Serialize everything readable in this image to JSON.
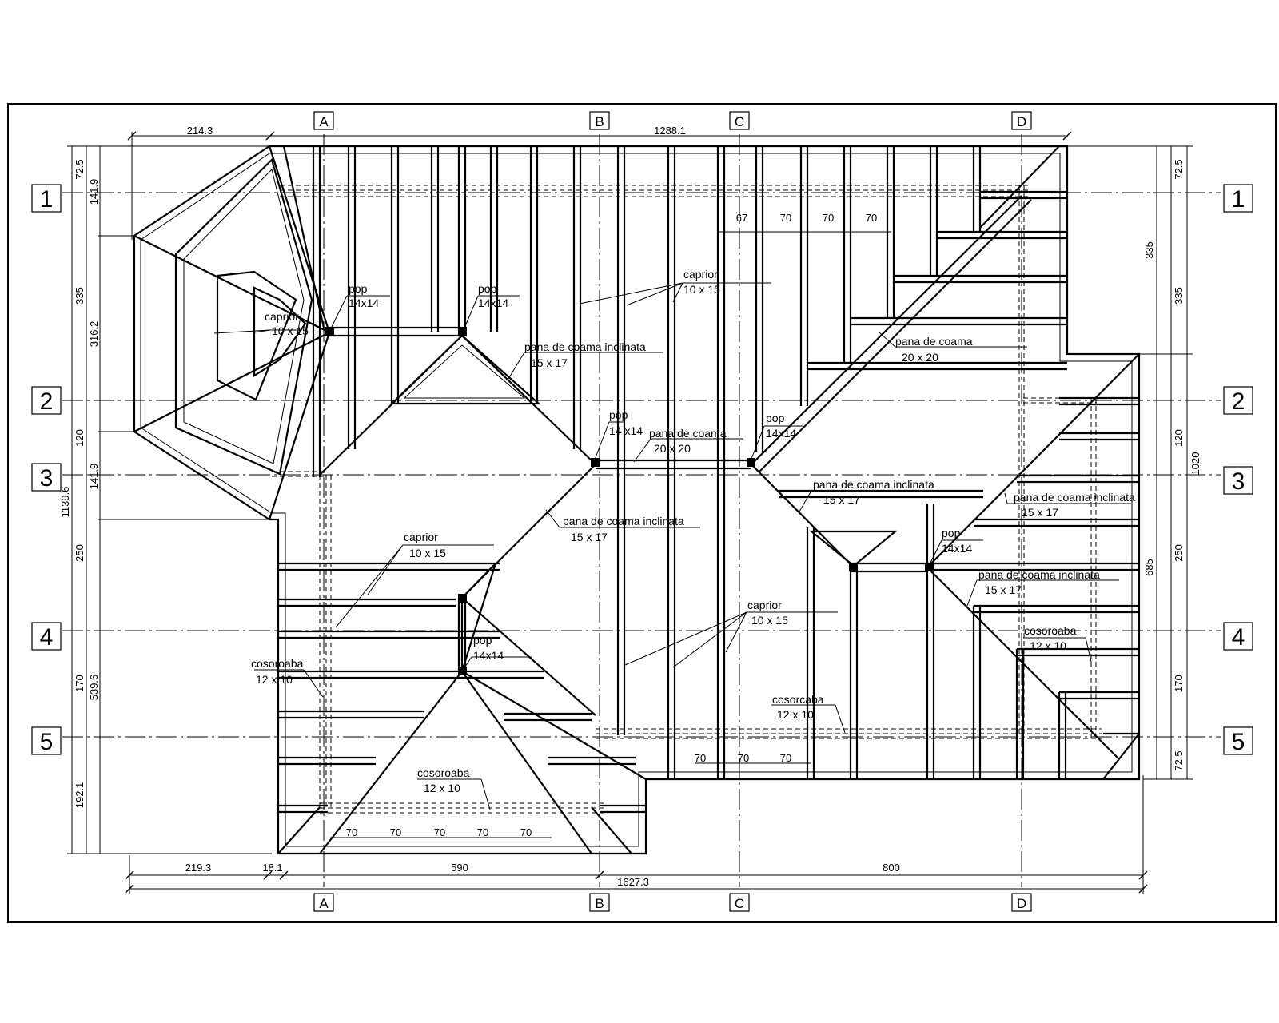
{
  "axes": {
    "columns": [
      "A",
      "B",
      "C",
      "D"
    ],
    "rows": [
      "1",
      "2",
      "3",
      "4",
      "5"
    ]
  },
  "dimensions": {
    "top_left": "214.3",
    "top_total": "1288.1",
    "bottom_segments": [
      "219.3",
      "18.1",
      "590",
      "800"
    ],
    "bottom_total": "1627.3",
    "left_outer": [
      "72.5",
      "335",
      "120",
      "250",
      "170",
      "192.1"
    ],
    "left_mid": [
      "141.9",
      "316.2",
      "141.9",
      "539.6"
    ],
    "left_total": "1139.6",
    "right_outer": [
      "72.5",
      "335",
      "335",
      "120",
      "250",
      "170",
      "72.5"
    ],
    "right_total": "1020",
    "right_mid": "685",
    "spacing_top": [
      "67",
      "70",
      "70",
      "70"
    ],
    "spacing_mid": [
      "70",
      "70",
      "70"
    ],
    "spacing_bottom": [
      "70",
      "70",
      "70",
      "70",
      "70"
    ]
  },
  "labels": {
    "pop": "pop",
    "pop_size": "14x14",
    "pop_size_alt": "14 x14",
    "caprior": "caprior",
    "caprior_size": "10 x 15",
    "pana_coama": "pana de coama",
    "pana_coama_size": "20 x 20",
    "pana_inclinata": "pana de coama inclinata",
    "pana_inclinata_size": "15 x 17",
    "cosoroaba": "cosoroaba",
    "cosoroaba_alt": "cosorcaba",
    "cosoroaba_size": "12 x 10"
  }
}
